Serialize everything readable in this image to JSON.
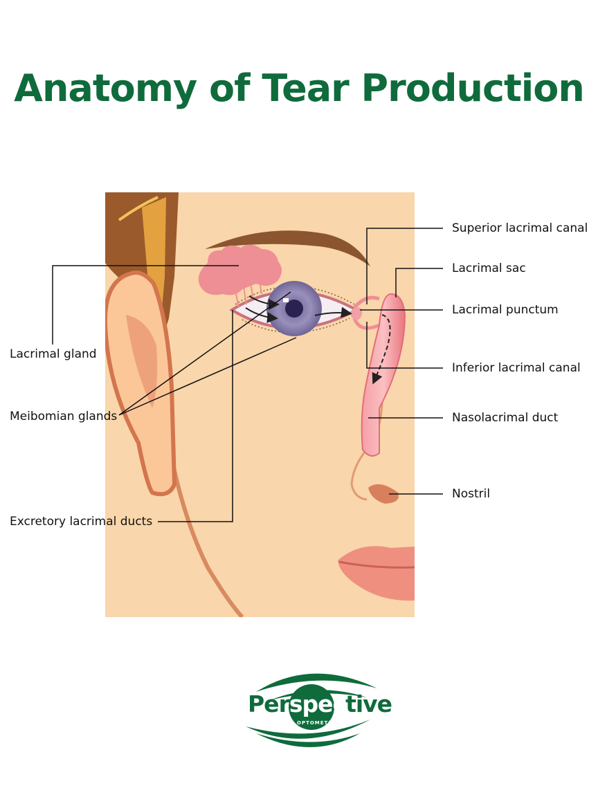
{
  "title": "Anatomy of Tear Production",
  "labels": {
    "superior_lacrimal_canal": "Superior lacrimal canal",
    "lacrimal_sac": "Lacrimal sac",
    "lacrimal_punctum": "Lacrimal punctum",
    "inferior_lacrimal_canal": "Inferior lacrimal canal",
    "nasolacrimal_duct": "Nasolacrimal duct",
    "nostril": "Nostril",
    "lacrimal_gland": "Lacrimal gland",
    "meibomian_glands": "Meibomian glands",
    "excretory_lacrimal_ducts": "Excretory lacrimal ducts"
  },
  "logo": {
    "word_start": "Per",
    "word_mid": "spec",
    "word_end": "tive",
    "subtitle": "OPTOMETRY"
  },
  "colors": {
    "brand_green": "#0f6b3c",
    "skin": "#f9d6ab",
    "hair": "#9a5a2c",
    "gland_pink": "#ee8e95",
    "iris": "#8f85b0"
  }
}
